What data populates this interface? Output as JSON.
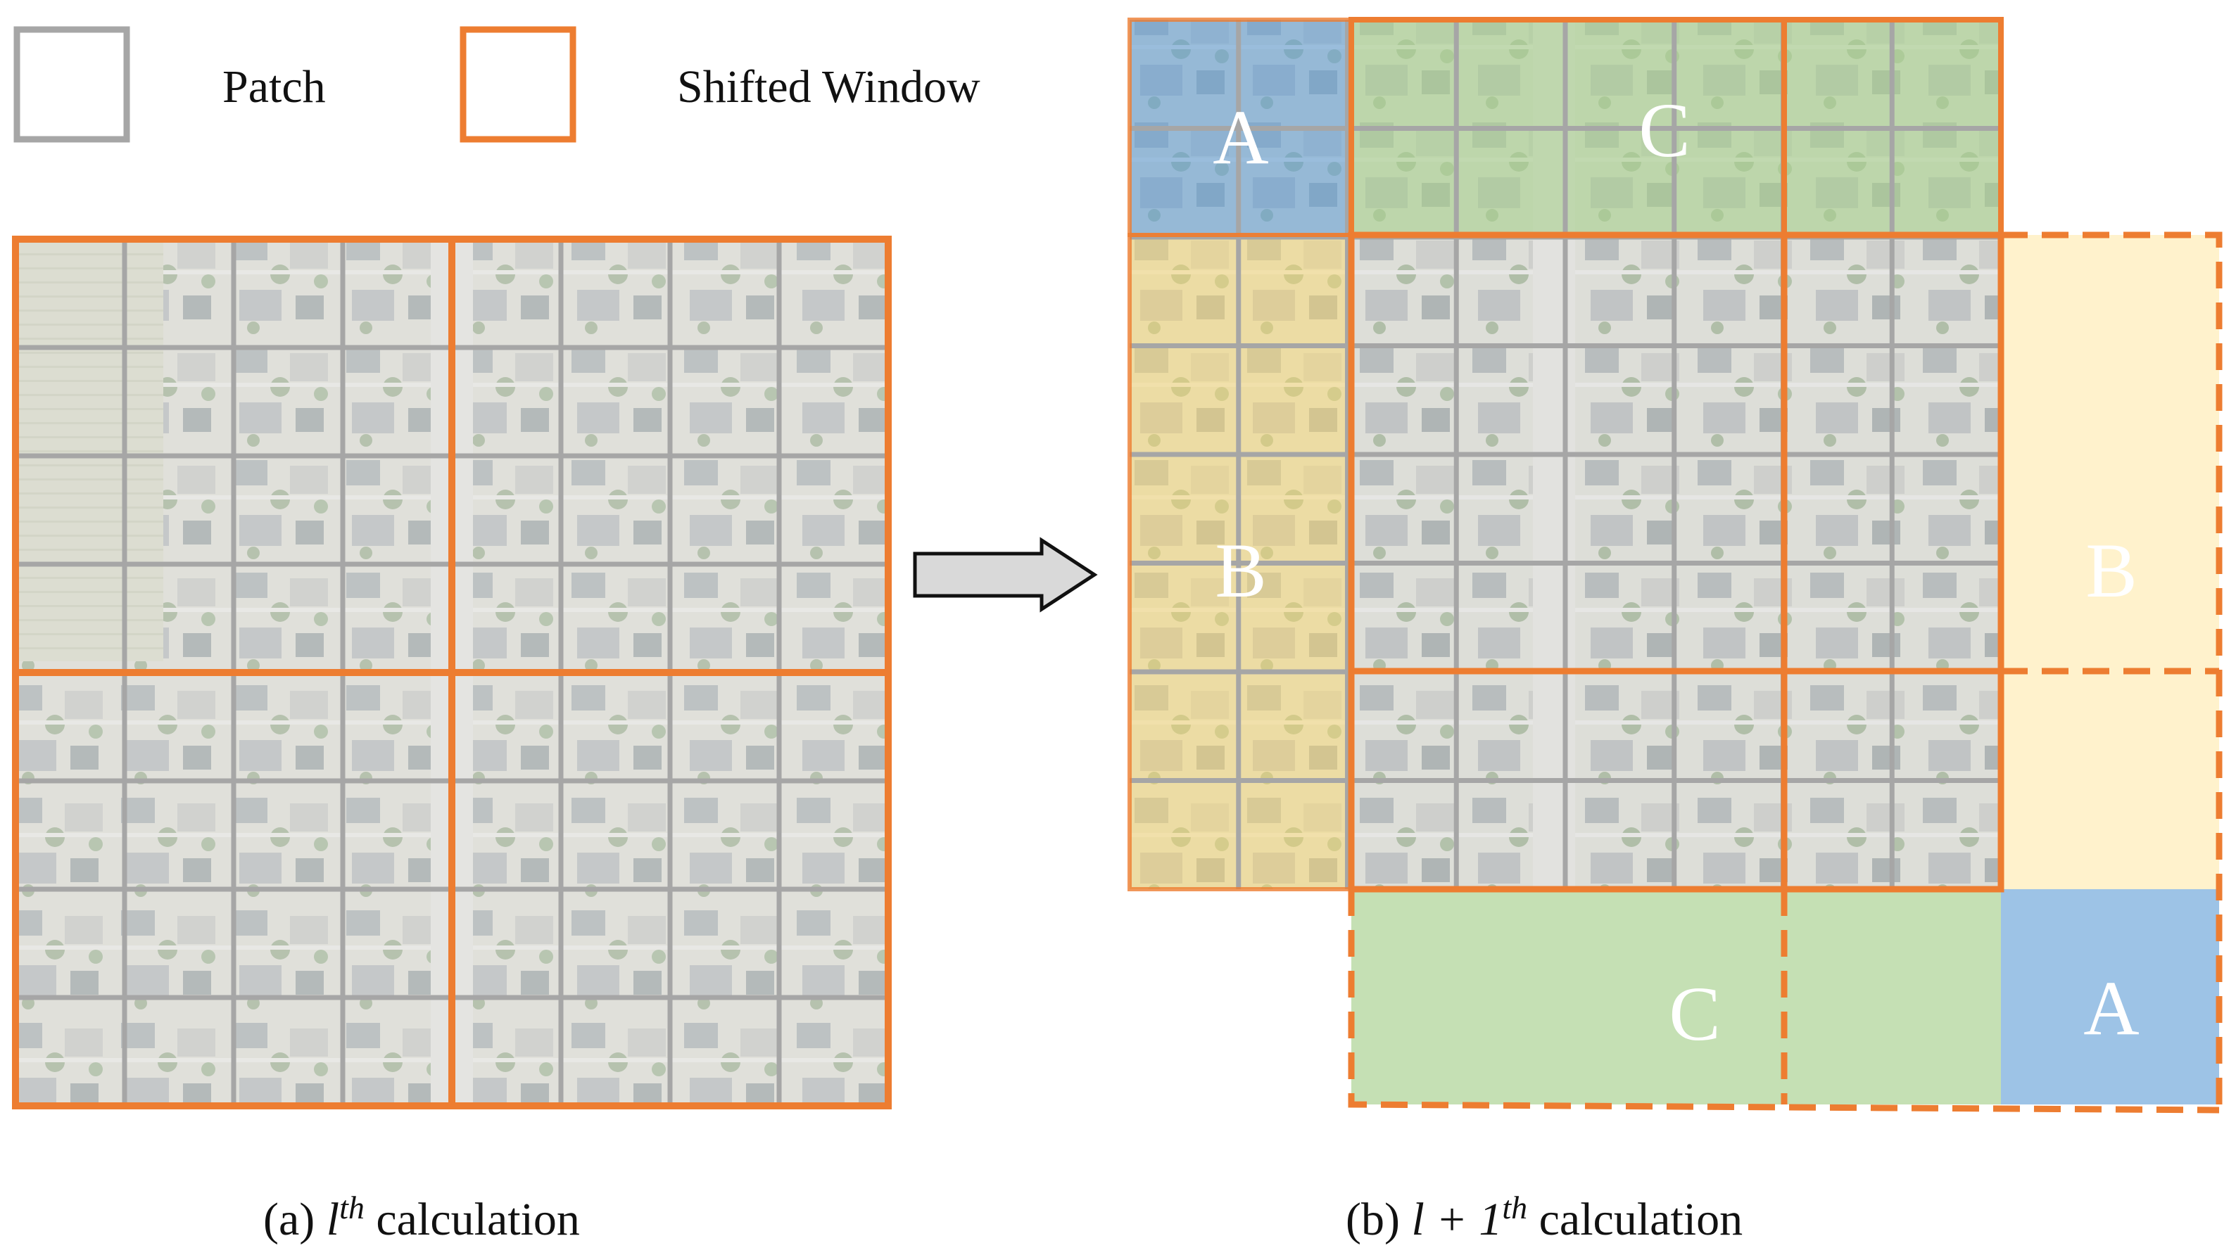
{
  "legend": {
    "patch_label": "Patch",
    "window_label": "Shifted Window"
  },
  "captions": {
    "a": {
      "prefix": "(a) ",
      "math_base": "l",
      "math_sup": "th",
      "suffix": " calculation"
    },
    "b": {
      "prefix": "(b) ",
      "math_base": "l + 1",
      "math_sup": "th",
      "suffix": " calculation"
    }
  },
  "regions": {
    "a_top": "A",
    "c_top": "C",
    "b_left": "B",
    "b_right": "B",
    "c_bottom": "C",
    "a_bottom": "A"
  },
  "colors": {
    "window": "#ed7d31",
    "patch": "#a6a6a6",
    "region_a": "#9dc3e6",
    "region_b": "#ffe699",
    "region_c": "#c5e0b4",
    "arrow_fill": "#d9d9d9"
  }
}
